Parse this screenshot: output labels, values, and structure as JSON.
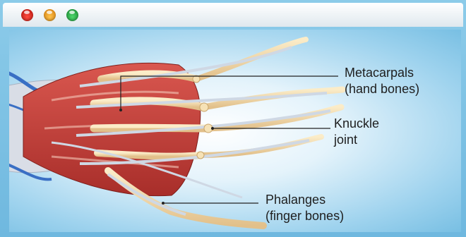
{
  "window": {
    "controls": {
      "close_color": "#e5241b",
      "minimize_color": "#f3a21e",
      "zoom_color": "#2bb04a"
    }
  },
  "illustration": {
    "subject": "hand-bones-icon",
    "colors": {
      "muscle": "#c9413b",
      "bone": "#f2d9a6",
      "tendon": "#cfd8e4",
      "vein": "#3a6fc4"
    }
  },
  "labels": {
    "metacarpals": {
      "line1": "Metacarpals",
      "line2": "(hand bones)"
    },
    "knuckle": {
      "line1": "Knuckle",
      "line2": "joint"
    },
    "phalanges": {
      "line1": "Phalanges",
      "line2": "(finger bones)"
    }
  }
}
